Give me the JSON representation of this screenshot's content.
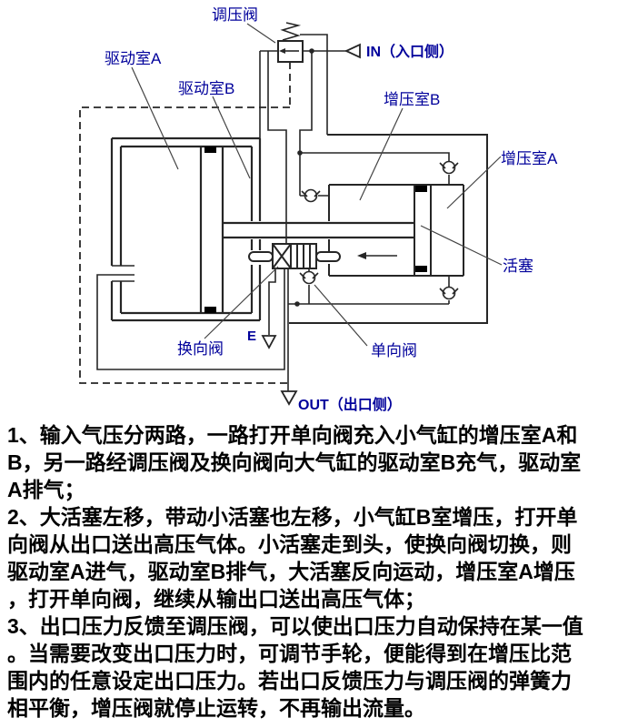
{
  "page": {
    "background": "#ffffff"
  },
  "diagram": {
    "colors": {
      "line": "#262626",
      "label": "#00009B",
      "seal": "#000000"
    },
    "labels": {
      "regulator_valve": "调压阀",
      "in_port": "IN（入口侧）",
      "drive_chamber_a": "驱动室A",
      "drive_chamber_b": "驱动室B",
      "boost_chamber_b": "增压室B",
      "boost_chamber_a": "增压室A",
      "piston": "活塞",
      "directional_valve": "换向阀",
      "check_valve": "单向阀",
      "exhaust": "E",
      "out_port": "OUT（出口侧）"
    }
  },
  "description": {
    "lines": [
      "1、输入气压分两路，一路打开单向阀充入小气缸的增压室A和",
      "B，另一路经调压阀及换向阀向大气缸的驱动室B充气，驱动室",
      "A排气；",
      "2、大活塞左移，带动小活塞也左移，小气缸B室增压，打开单",
      "向阀从出口送出高压气体。小活塞走到头，使换向阀切换，则",
      "驱动室A进气，驱动室B排气，大活塞反向运动，增压室A增压",
      "，打开单向阀，继续从输出口送出高压气体；",
      "3、出口压力反馈至调压阀，可以使出口压力自动保持在某一值",
      "。当需要改变出口压力时，可调节手轮，便能得到在增压比范",
      "围内的任意设定出口压力。若出口反馈压力与调压阀的弹簧力",
      "相平衡，增压阀就停止运转，不再输出流量。"
    ]
  }
}
